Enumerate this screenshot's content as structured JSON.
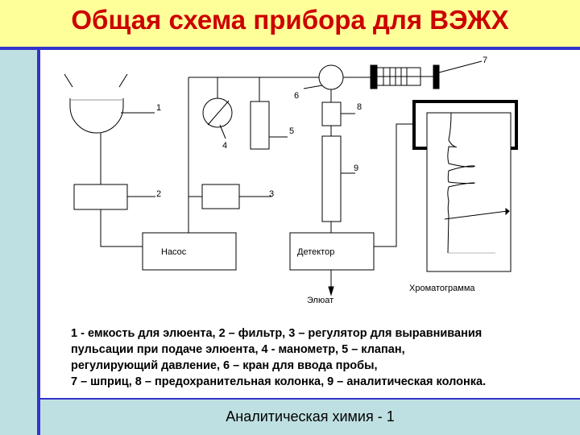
{
  "title": "Общая схема прибора для ВЭЖХ",
  "footer": "Аналитическая химия - 1",
  "diagram": {
    "labels": {
      "n1": "1",
      "n2": "2",
      "n3": "3",
      "n4": "4",
      "n5": "5",
      "n6": "6",
      "n7": "7",
      "n8": "8",
      "n9": "9",
      "pump": "Насос",
      "detector": "Детектор",
      "eluate": "Элюат",
      "chromatogram": "Хроматограмма"
    }
  },
  "legend": {
    "lines": [
      "1 - емкость для элюента, 2 – фильтр, 3 – регулятор для выравнивания",
      "пульсации при подаче элюента, 4 - манометр, 5 – клапан,",
      "регулирующий давление, 6 – кран для ввода пробы,",
      "7 – шприц, 8 – предохранительная колонка, 9 – аналитическая колонка."
    ]
  }
}
